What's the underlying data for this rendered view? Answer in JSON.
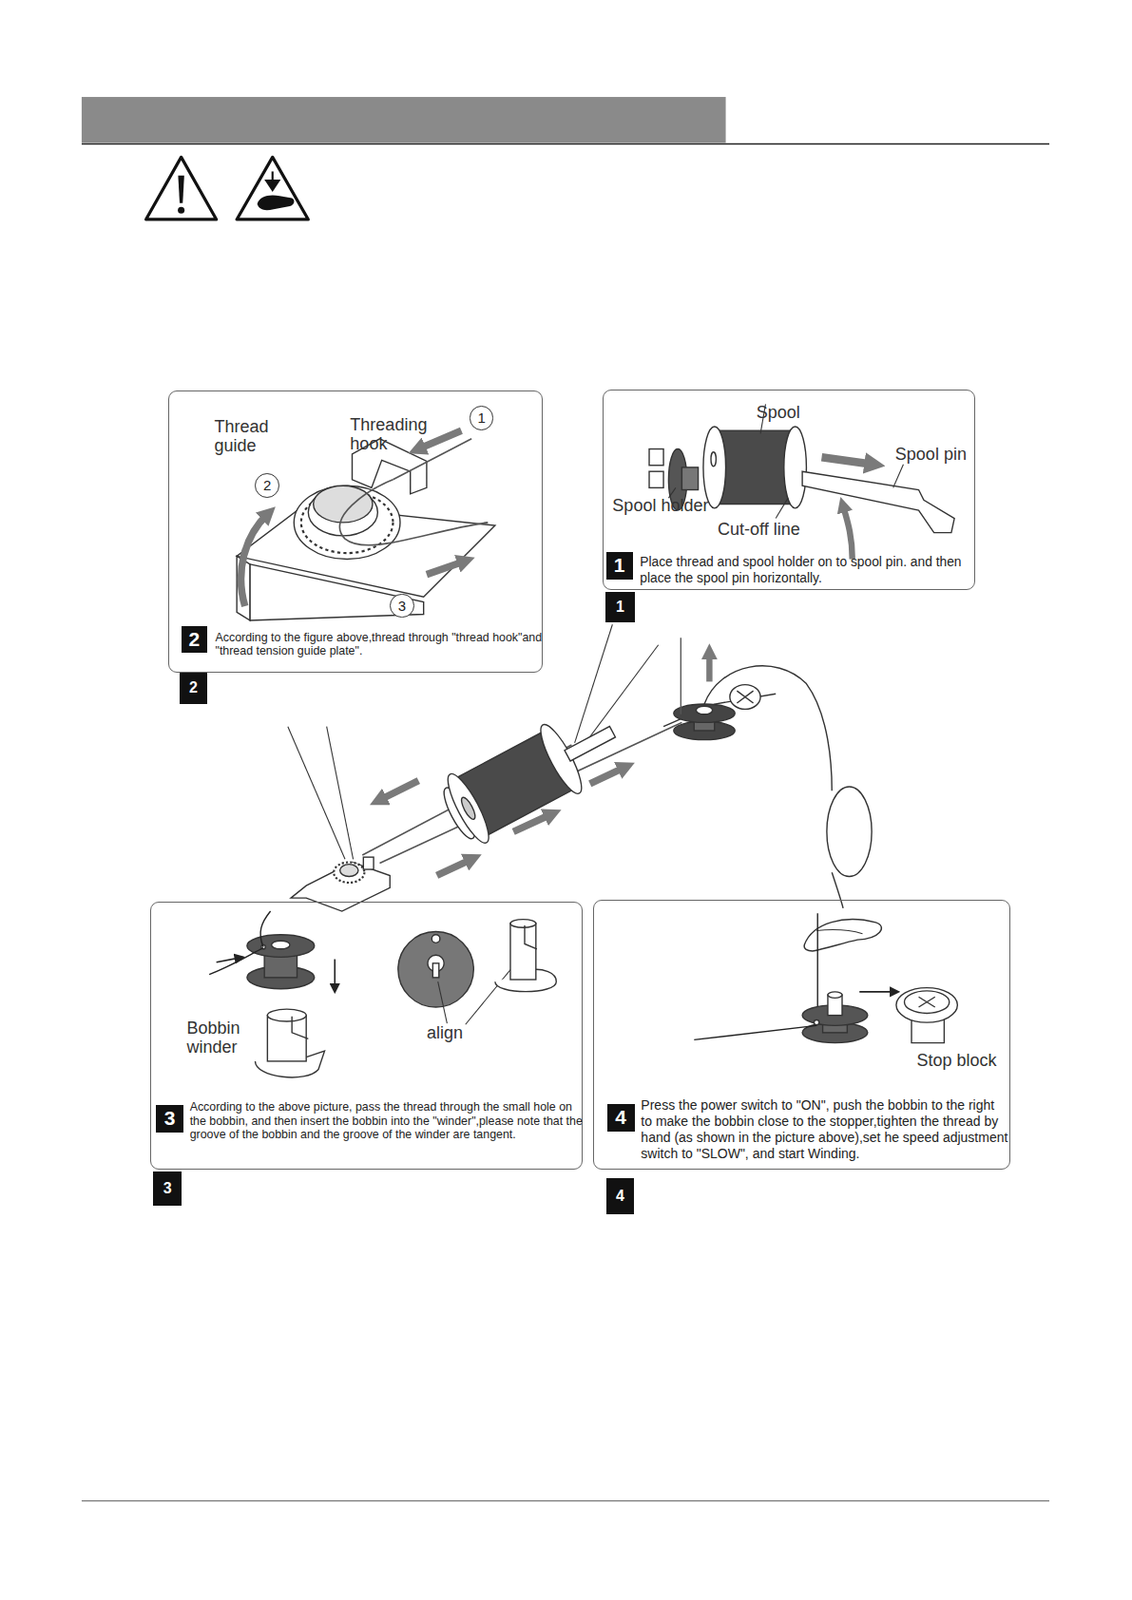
{
  "diagram": {
    "nodes": [
      {
        "text": [
          "According to the figure above,thread through \"thread hook\"and \"thread tension guide plate\"."
        ]
      },
      {
        "text": [
          "1"
        ],
        "in": 0
      },
      {
        "text": [
          "2"
        ],
        "in": 0
      },
      {
        "text": [
          "3"
        ],
        "in": 0
      },
      {
        "text": [
          "2"
        ],
        "in": 0
      },
      {
        "text": [
          "Place thread and spool holder on to spool pin. and then place the spool pin horizontally."
        ]
      },
      {
        "text": [
          "1"
        ],
        "in": 5
      },
      {
        "text": [
          "1"
        ]
      },
      {
        "text": [
          "2"
        ]
      },
      {
        "text": [
          "According to the above picture, pass the thread through the small hole on the bobbin, and then insert the bobbin into the \"winder\",please note that the groove of the bobbin and the groove of the winder are tangent."
        ]
      },
      {
        "text": [
          "3"
        ],
        "in": 9
      },
      {
        "text": [
          "Press the power switch to \"ON\", push the bobbin to the right to make the bobbin close to the stopper,tighten the thread by hand (as shown in the picture above),set he speed adjustment switch to \"SLOW\", and start Winding."
        ]
      },
      {
        "text": [
          "4"
        ],
        "in": 11
      },
      {
        "text": [
          "3"
        ]
      },
      {
        "text": [
          "4"
        ]
      }
    ],
    "labels": [
      "Thread guide",
      "Threading hook",
      "Spool",
      "Spool pin",
      "Spool holder",
      "Cut-off line",
      "Bobbin winder",
      "align",
      "Stop block"
    ]
  }
}
